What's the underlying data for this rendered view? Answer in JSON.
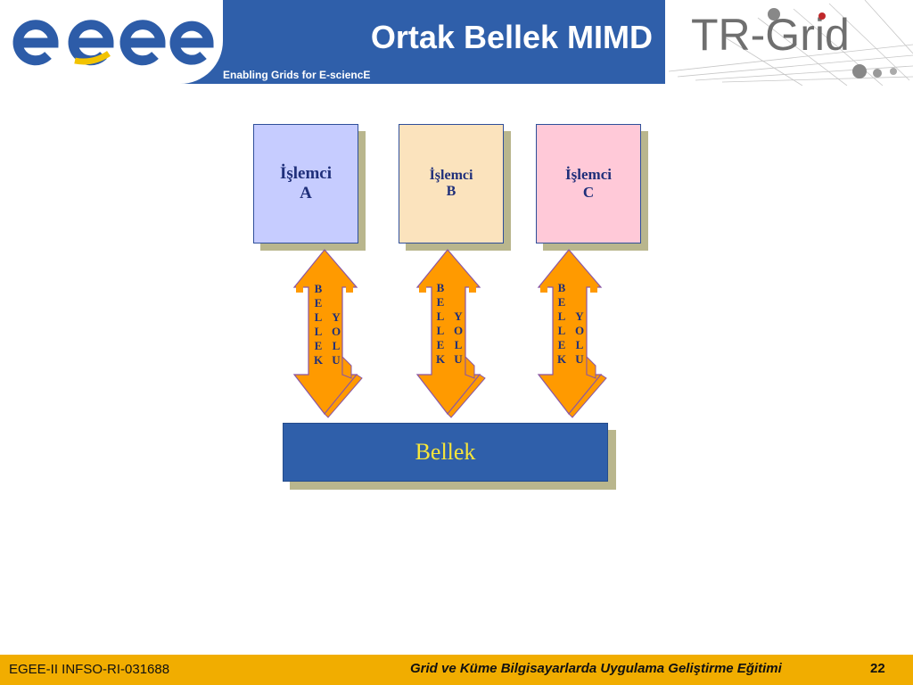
{
  "header": {
    "title": "Ortak Bellek MIMD",
    "tagline": "Enabling Grids for E-sciencE",
    "left_logo": "egee",
    "right_logo": "TR-Grid"
  },
  "diagram": {
    "processors": [
      {
        "label": "İşlemci\nA",
        "fill": "#c6ccff"
      },
      {
        "label": "İşlemci\nB",
        "fill": "#fbe3bd"
      },
      {
        "label": "İşlemci\nC",
        "fill": "#ffc9d8"
      }
    ],
    "bus_label_left": "BELLEK",
    "bus_label_right": "YOLU",
    "memory_label": "Bellek",
    "colors": {
      "arrow": "#ff9a00",
      "arrow_outline": "#8a56a5",
      "memory": "#2f5faa",
      "memory_text": "#f7e63a"
    }
  },
  "footer": {
    "left": "EGEE-II INFSO-RI-031688",
    "center": "Grid ve Küme Bilgisayarlarda Uygulama Geliştirme Eğitimi",
    "page": "22"
  }
}
